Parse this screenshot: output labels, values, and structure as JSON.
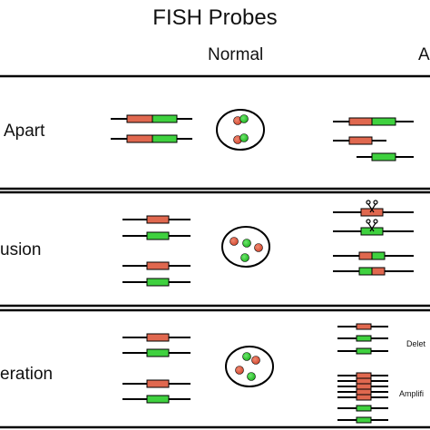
{
  "title": "FISH Probes",
  "columns": {
    "normal": "Normal",
    "abnormal_partial": "A"
  },
  "rows": [
    {
      "label": "Apart"
    },
    {
      "label": "usion"
    },
    {
      "label": "eration"
    }
  ],
  "annotations": {
    "deletion_partial": "Delet",
    "amplification_partial": "Amplifi"
  },
  "colors": {
    "red_probe": "#e0684f",
    "green_probe": "#3fd13f",
    "line": "#000000",
    "background": "#ffffff"
  }
}
